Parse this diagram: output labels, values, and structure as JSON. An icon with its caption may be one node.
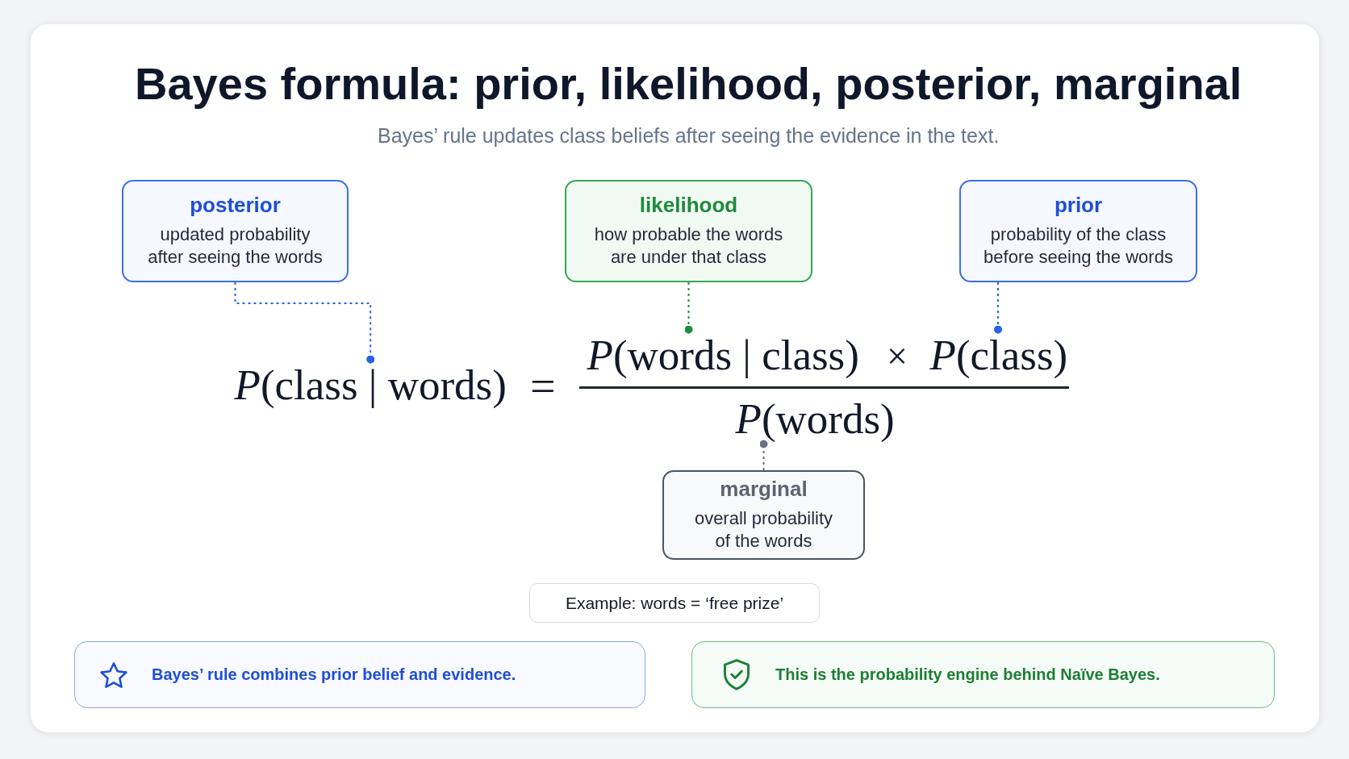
{
  "diagram": {
    "title": "Bayes formula: prior, likelihood, posterior, marginal",
    "nodes": [
      {
        "text": [
          "posterior",
          "updated probability after seeing the words"
        ]
      },
      {
        "text": [
          "likelihood",
          "how probable the words are under that class"
        ]
      },
      {
        "text": [
          "prior",
          "probability of the class before seeing the words"
        ]
      },
      {
        "text": [
          "*P*(class | words)"
        ]
      },
      {
        "text": [
          "*P*(words | class)"
        ]
      },
      {
        "text": [
          "*P*(class)"
        ]
      },
      {
        "text": [
          "*P*(words)"
        ]
      },
      {
        "text": [
          "marginal",
          "overall probability of the words"
        ]
      },
      {
        "text": [
          "Example: words = ‘free prize’"
        ]
      },
      {
        "text": [
          "Bayes’ rule combines prior belief and evidence."
        ]
      },
      {
        "text": [
          "This is the probability engine behind Naïve Bayes."
        ]
      }
    ],
    "edges": [
      {
        "from": 0,
        "to": 3,
        "arrow": "other",
        "style": "dashed"
      },
      {
        "from": 1,
        "to": 4,
        "arrow": "other",
        "style": "dashed",
        "color": "#1e8e3e"
      },
      {
        "from": 2,
        "to": 5,
        "arrow": "other",
        "style": "dashed"
      },
      {
        "from": 7,
        "to": 6,
        "arrow": "other",
        "style": "dashed",
        "color": "#6b7280"
      }
    ],
    "labels": [
      "Bayes’ rule updates class beliefs after seeing the evidence in the text.",
      "=",
      "×"
    ]
  }
}
